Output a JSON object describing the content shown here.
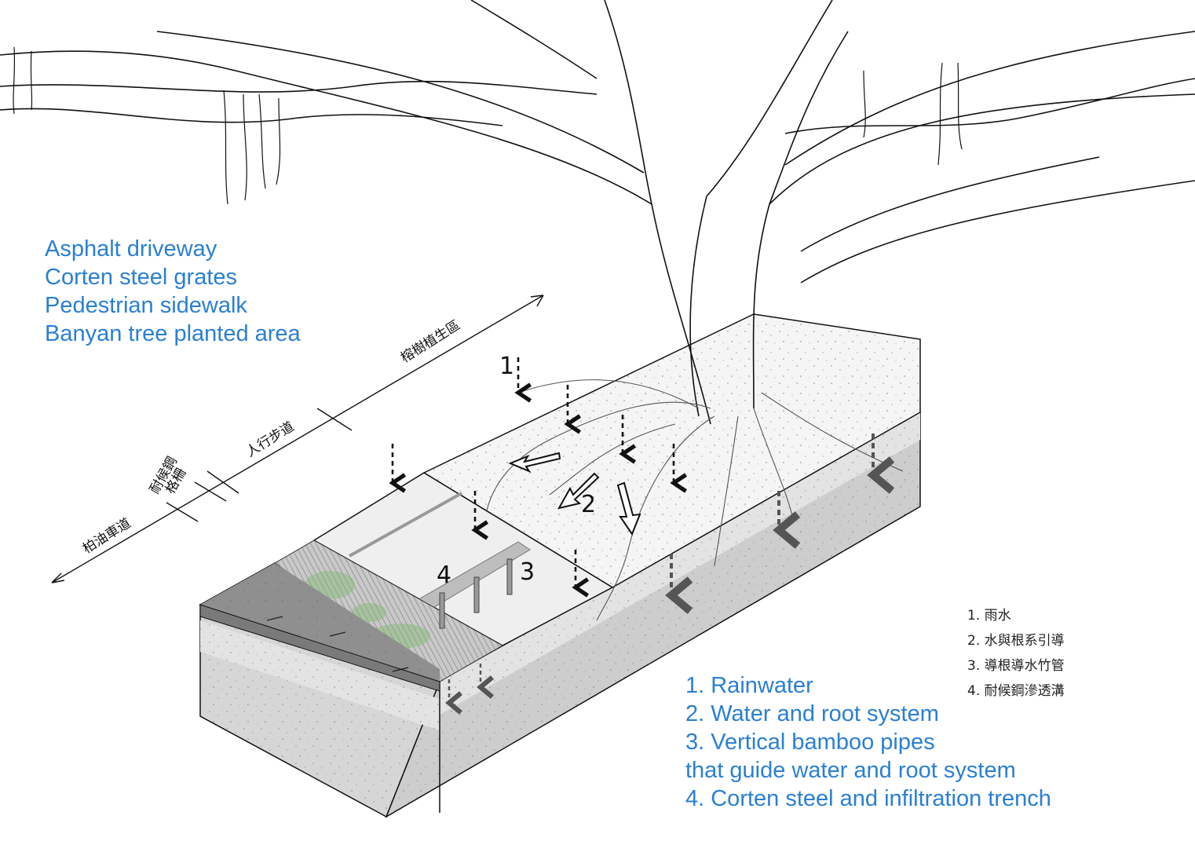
{
  "zones_en": {
    "items": [
      "Asphalt driveway",
      "Corten steel grates",
      "Pedestrian sidewalk",
      "Banyan tree planted area"
    ]
  },
  "dimension_labels_zh": {
    "asphalt": "柏油車道",
    "grate_line1": "耐候鋼",
    "grate_line2": "格柵",
    "sidewalk": "人行步道",
    "banyan": "榕樹植生區"
  },
  "callout_numbers": {
    "rain": "1",
    "water_root": "2",
    "bamboo": "3",
    "trench": "4"
  },
  "legend_zh": {
    "items": [
      "1. 雨水",
      "2. 水與根系引導",
      "3. 導根導水竹管",
      "4. 耐候鋼滲透溝"
    ]
  },
  "legend_en": {
    "items": [
      "1. Rainwater",
      "2. Water and root system",
      "3. Vertical bamboo pipes",
      "that guide water and root system",
      "4. Corten steel and infiltration trench"
    ]
  },
  "colors": {
    "label_blue": "#2a7fd4",
    "asphalt": "#8f8f8f",
    "grate_green": "#7fb872",
    "soil_top": "#e6e6e6",
    "soil_deep": "#c8c8c8"
  }
}
